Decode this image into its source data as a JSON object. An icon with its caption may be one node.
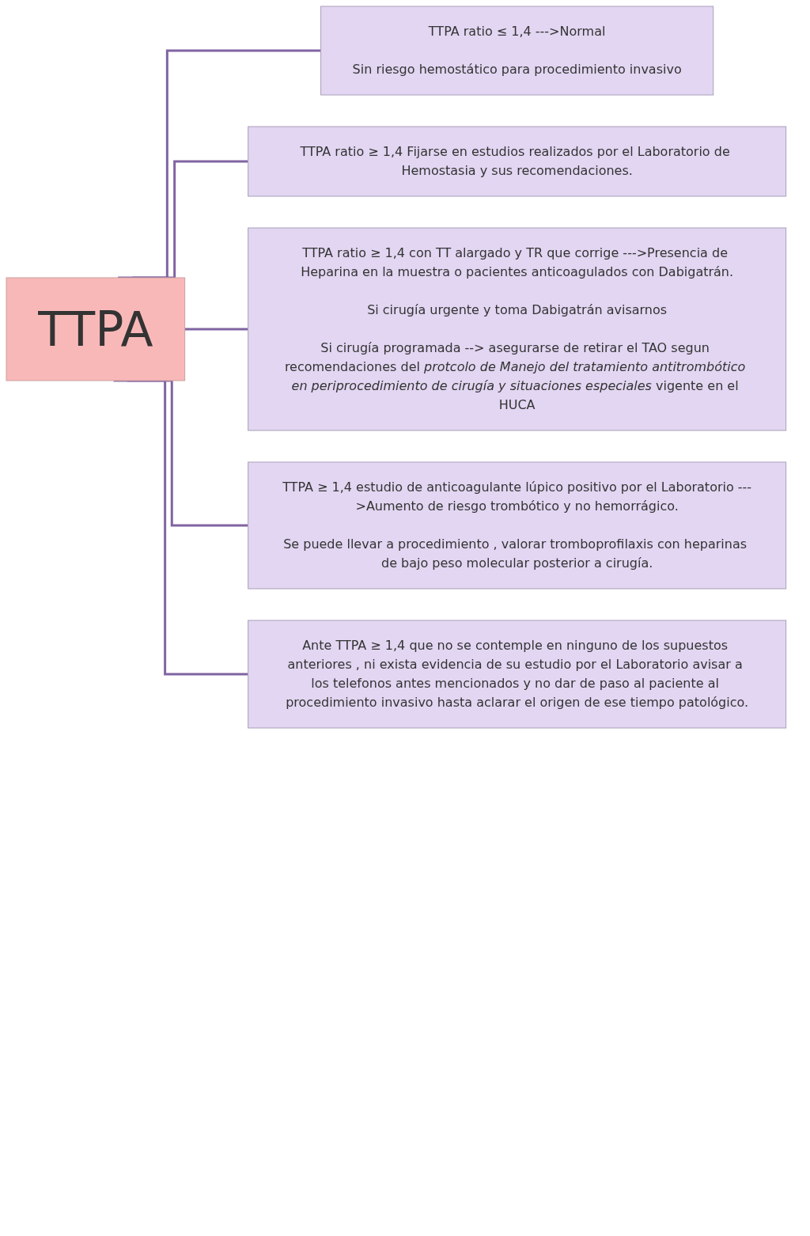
{
  "diagram": {
    "nodes": [
      {
        "text": [
          "TTPA"
        ]
      },
      {
        "text": [
          "TTPA ratio ≤ 1,4 --->Normal",
          "Sin riesgo hemostático para procedimiento invasivo"
        ]
      },
      {
        "text": [
          "TTPA ratio ≥ 1,4 Fijarse en estudios realizados por el Laboratorio de Hemostasia y sus recomendaciones."
        ]
      },
      {
        "text": [
          "TTPA ratio ≥ 1,4 con TT alargado y TR que corrige --->Presencia de Heparina en la muestra o pacientes anticoagulados con Dabigatrán.",
          "Si cirugía urgente y toma Dabigatrán avisarnos",
          "Si cirugía programada --> asegurarse de retirar el TAO segun recomendaciones del *protcolo de Manejo del tratamiento antitrombótico en periprocedimiento de cirugía y situaciones especiales* vigente en el HUCA"
        ]
      },
      {
        "text": [
          "TTPA ≥ 1,4 estudio de anticoagulante lúpico positivo por el Laboratorio --->Aumento de riesgo trombótico y no hemorrágico.",
          "Se puede llevar a procedimiento , valorar tromboprofilaxis con heparinas de bajo peso molecular posterior a cirugía."
        ]
      },
      {
        "text": [
          "Ante TTPA ≥ 1,4 que no se contemple en ninguno de los supuestos anteriores , ni exista evidencia de su estudio por el Laboratorio avisar a los telefonos antes mencionados y no dar de paso al paciente al procedimiento invasivo hasta aclarar el origen de ese tiempo patológico."
        ]
      }
    ],
    "edges": [
      {
        "from": 0,
        "to": 1,
        "arrow": "none"
      },
      {
        "from": 0,
        "to": 2,
        "arrow": "none"
      },
      {
        "from": 0,
        "to": 3,
        "arrow": "none"
      },
      {
        "from": 0,
        "to": 4,
        "arrow": "none"
      },
      {
        "from": 0,
        "to": 5,
        "arrow": "none"
      }
    ]
  }
}
